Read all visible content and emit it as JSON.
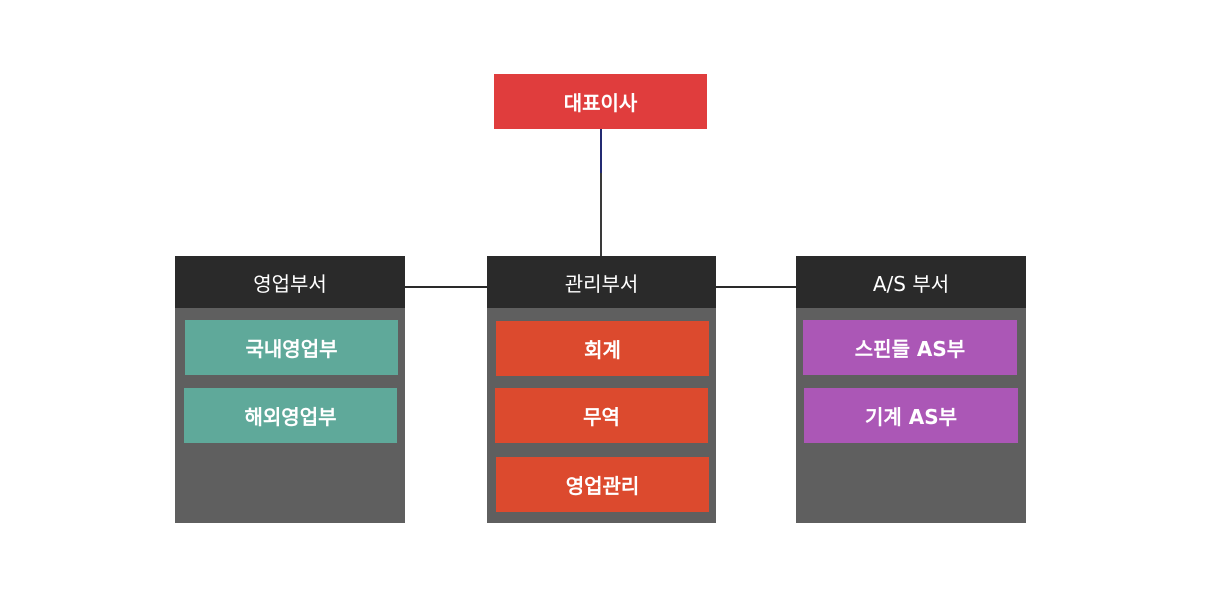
{
  "ceo": {
    "label": "대표이사"
  },
  "departments": [
    {
      "name": "영업부서",
      "units": [
        "국내영업부",
        "해외영업부"
      ]
    },
    {
      "name": "관리부서",
      "units": [
        "회계",
        "무역",
        "영업관리"
      ]
    },
    {
      "name": "A/S 부서",
      "units": [
        "스핀들 AS부",
        "기계 AS부"
      ]
    }
  ],
  "colors": {
    "ceo": "#e03d3d",
    "dept_header": "#2a2a2a",
    "dept_body": "#5f5f5f",
    "sales_units": "#5fa99a",
    "admin_units": "#dc4a2e",
    "as_units": "#ab57b6"
  }
}
